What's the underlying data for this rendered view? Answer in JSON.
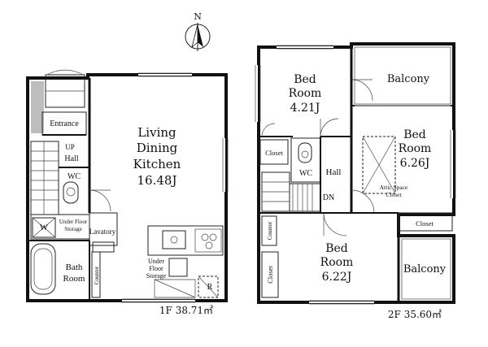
{
  "compass": {
    "north_label": "N"
  },
  "floor1": {
    "caption": "1F 38.71㎡",
    "rooms": {
      "entrance": "Entrance",
      "up": "UP",
      "hall": "Hall",
      "wc": "WC",
      "ldk_line1": "Living",
      "ldk_line2": "Dining",
      "ldk_line3": "Kitchen",
      "ldk_size": "16.48J",
      "underfloor_storage_line1": "Under Floor",
      "underfloor_storage_line2": "Storage",
      "w_mark": "W",
      "lavatory": "Lavatory",
      "bath_line1": "Bath",
      "bath_line2": "Room",
      "counter": "Counter",
      "kitchen_storage_line1": "Under",
      "kitchen_storage_line2": "Floor",
      "kitchen_storage_line3": "Storage",
      "refrigerator_mark": "R"
    }
  },
  "floor2": {
    "caption": "2F 35.60㎡",
    "rooms": {
      "bed1_line1": "Bed",
      "bed1_line2": "Room",
      "bed1_size": "4.21J",
      "balcony_top": "Balcony",
      "bed2_line1": "Bed",
      "bed2_line2": "Room",
      "bed2_size": "6.26J",
      "attic_line1": "Attic Space",
      "attic_line2": "Closet",
      "closet_left": "Closet",
      "wc": "WC",
      "hall": "Hall",
      "dn": "DN",
      "closet_right": "Closet",
      "counter": "Counter",
      "closet_bottom": "Closet",
      "bed3_line1": "Bed",
      "bed3_line2": "Room",
      "bed3_size": "6.22J",
      "balcony_bottom": "Balcony"
    }
  }
}
